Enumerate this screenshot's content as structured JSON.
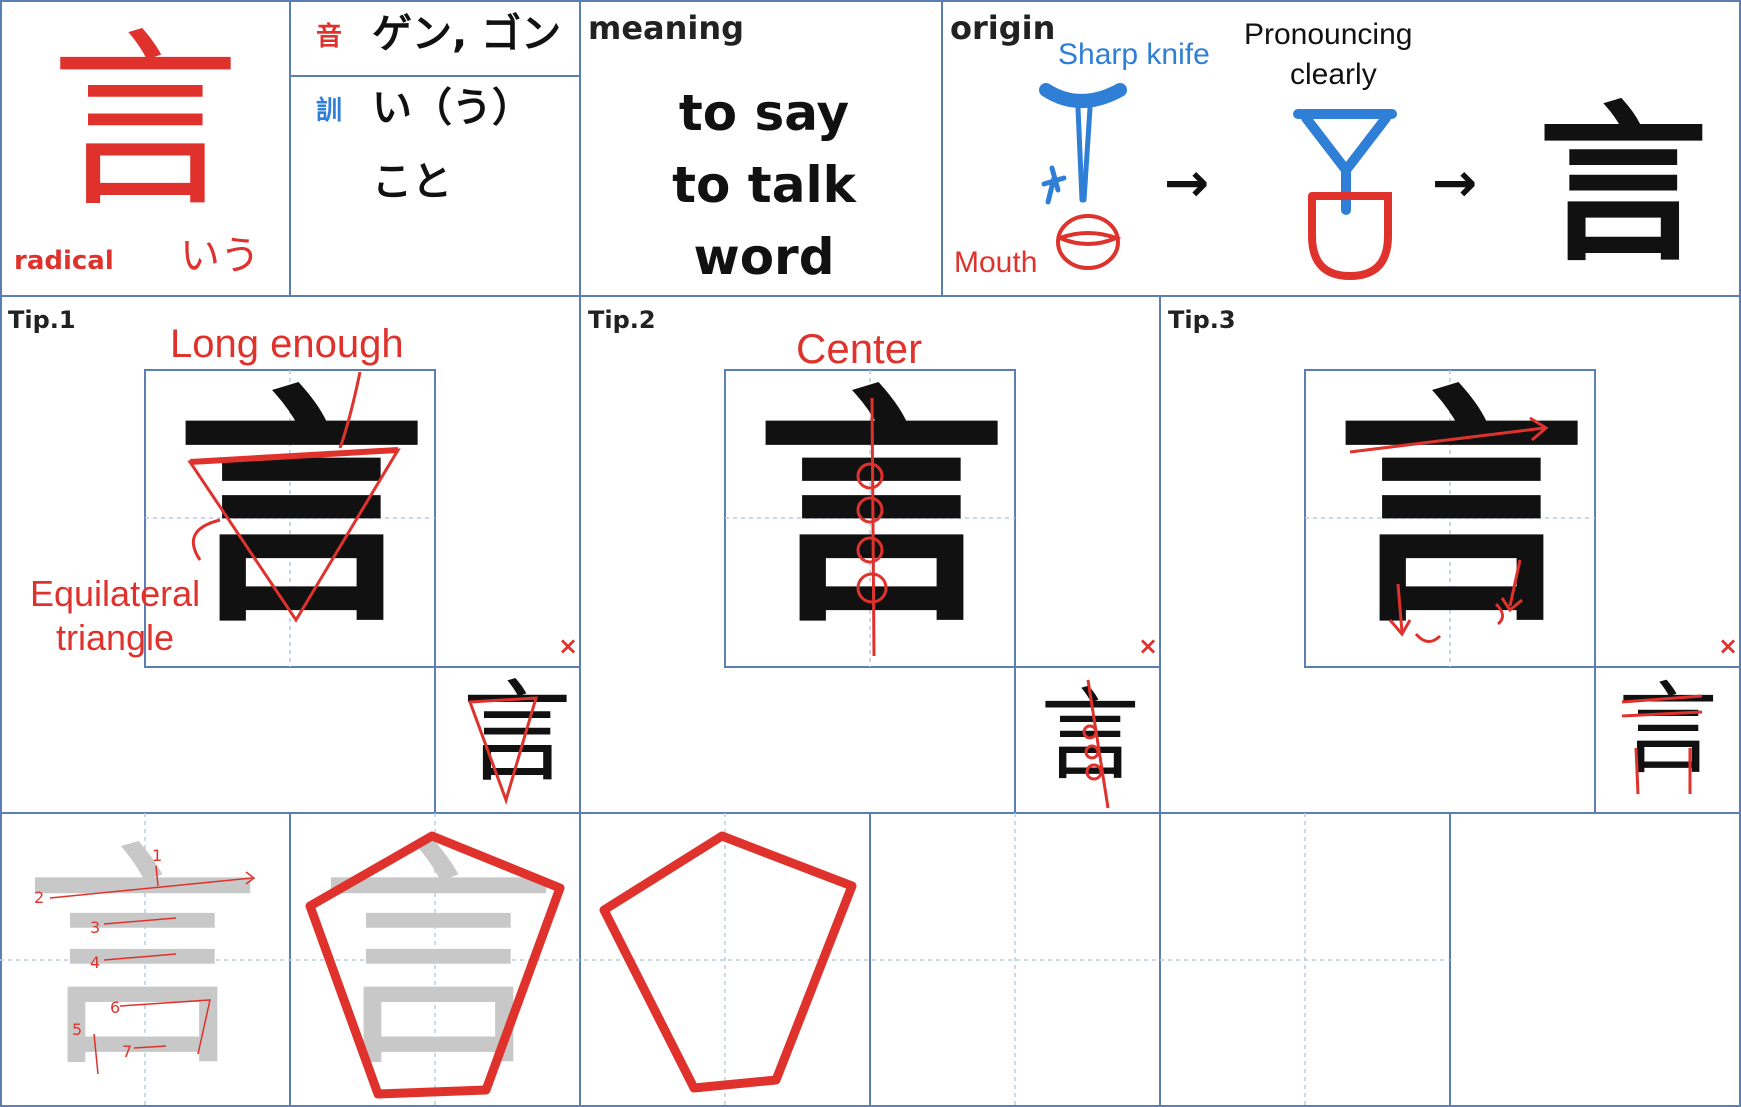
{
  "kanji": {
    "character": "言",
    "radical_label": "radical",
    "radical_name": "いう",
    "on_badge": "音",
    "on_reading": "ゲン, ゴン",
    "kun_badge": "訓",
    "kun_reading_1": "い（う）",
    "kun_reading_2": "こと"
  },
  "meaning": {
    "header": "meaning",
    "lines": [
      "to say",
      "to talk",
      "word"
    ]
  },
  "origin": {
    "header": "origin",
    "label_knife": "Sharp knife",
    "label_mouth": "Mouth",
    "label_pronounce_1": "Pronouncing",
    "label_pronounce_2": "clearly",
    "arrow": "→",
    "final_char": "言"
  },
  "tips": [
    {
      "label": "Tip.1",
      "annotation_top": "Long enough",
      "annotation_side_1": "Equilateral",
      "annotation_side_2": "triangle",
      "close": "×"
    },
    {
      "label": "Tip.2",
      "annotation_top": "Center",
      "close": "×"
    },
    {
      "label": "Tip.3",
      "close": "×"
    }
  ],
  "stroke_order": {
    "numbers": [
      "1",
      "2",
      "3",
      "4",
      "5",
      "6",
      "7"
    ]
  },
  "colors": {
    "accent_red": "#e0322c",
    "accent_blue": "#2f7fd6",
    "grid_line": "#5b7fb3",
    "guide_line": "#b9cbe4",
    "trace_gray": "#c8c8c8"
  }
}
